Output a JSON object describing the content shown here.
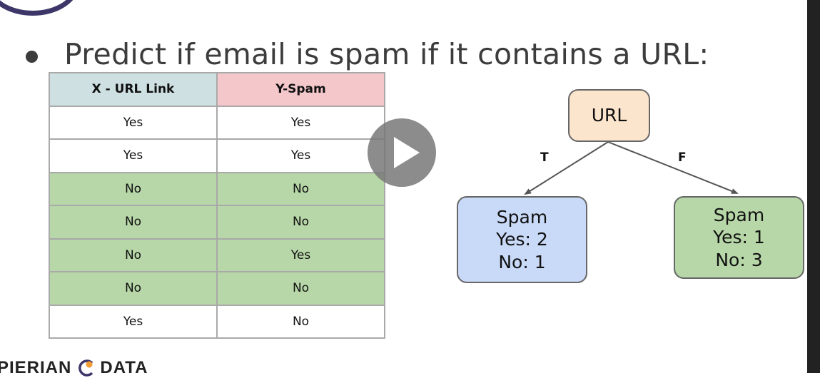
{
  "slide": {
    "heading": "Predict if email is spam if it contains a URL:"
  },
  "table": {
    "headers": [
      "X - URL Link",
      "Y-Spam"
    ],
    "rows": [
      {
        "x": "Yes",
        "y": "Yes",
        "highlight": false
      },
      {
        "x": "Yes",
        "y": "Yes",
        "highlight": false
      },
      {
        "x": "No",
        "y": "No",
        "highlight": true
      },
      {
        "x": "No",
        "y": "No",
        "highlight": true
      },
      {
        "x": "No",
        "y": "Yes",
        "highlight": true
      },
      {
        "x": "No",
        "y": "No",
        "highlight": true
      },
      {
        "x": "Yes",
        "y": "No",
        "highlight": false
      }
    ]
  },
  "tree": {
    "root": "URL",
    "true_label": "T",
    "false_label": "F",
    "left_leaf": {
      "title": "Spam",
      "yes": "Yes: 2",
      "no": "No: 1"
    },
    "right_leaf": {
      "title": "Spam",
      "yes": "Yes: 1",
      "no": "No: 3"
    }
  },
  "logo": {
    "left_text": "PIERIAN",
    "right_text": "DATA"
  },
  "colors": {
    "header_x": "#cfe0e3",
    "header_y": "#f4c7cb",
    "green_row": "#b7d7a8",
    "root_node": "#fce5cd",
    "left_leaf": "#c9daf8",
    "right_leaf": "#b7d7a8"
  },
  "icons": {
    "play": "play-icon",
    "logo": "pierian-logo-icon"
  }
}
